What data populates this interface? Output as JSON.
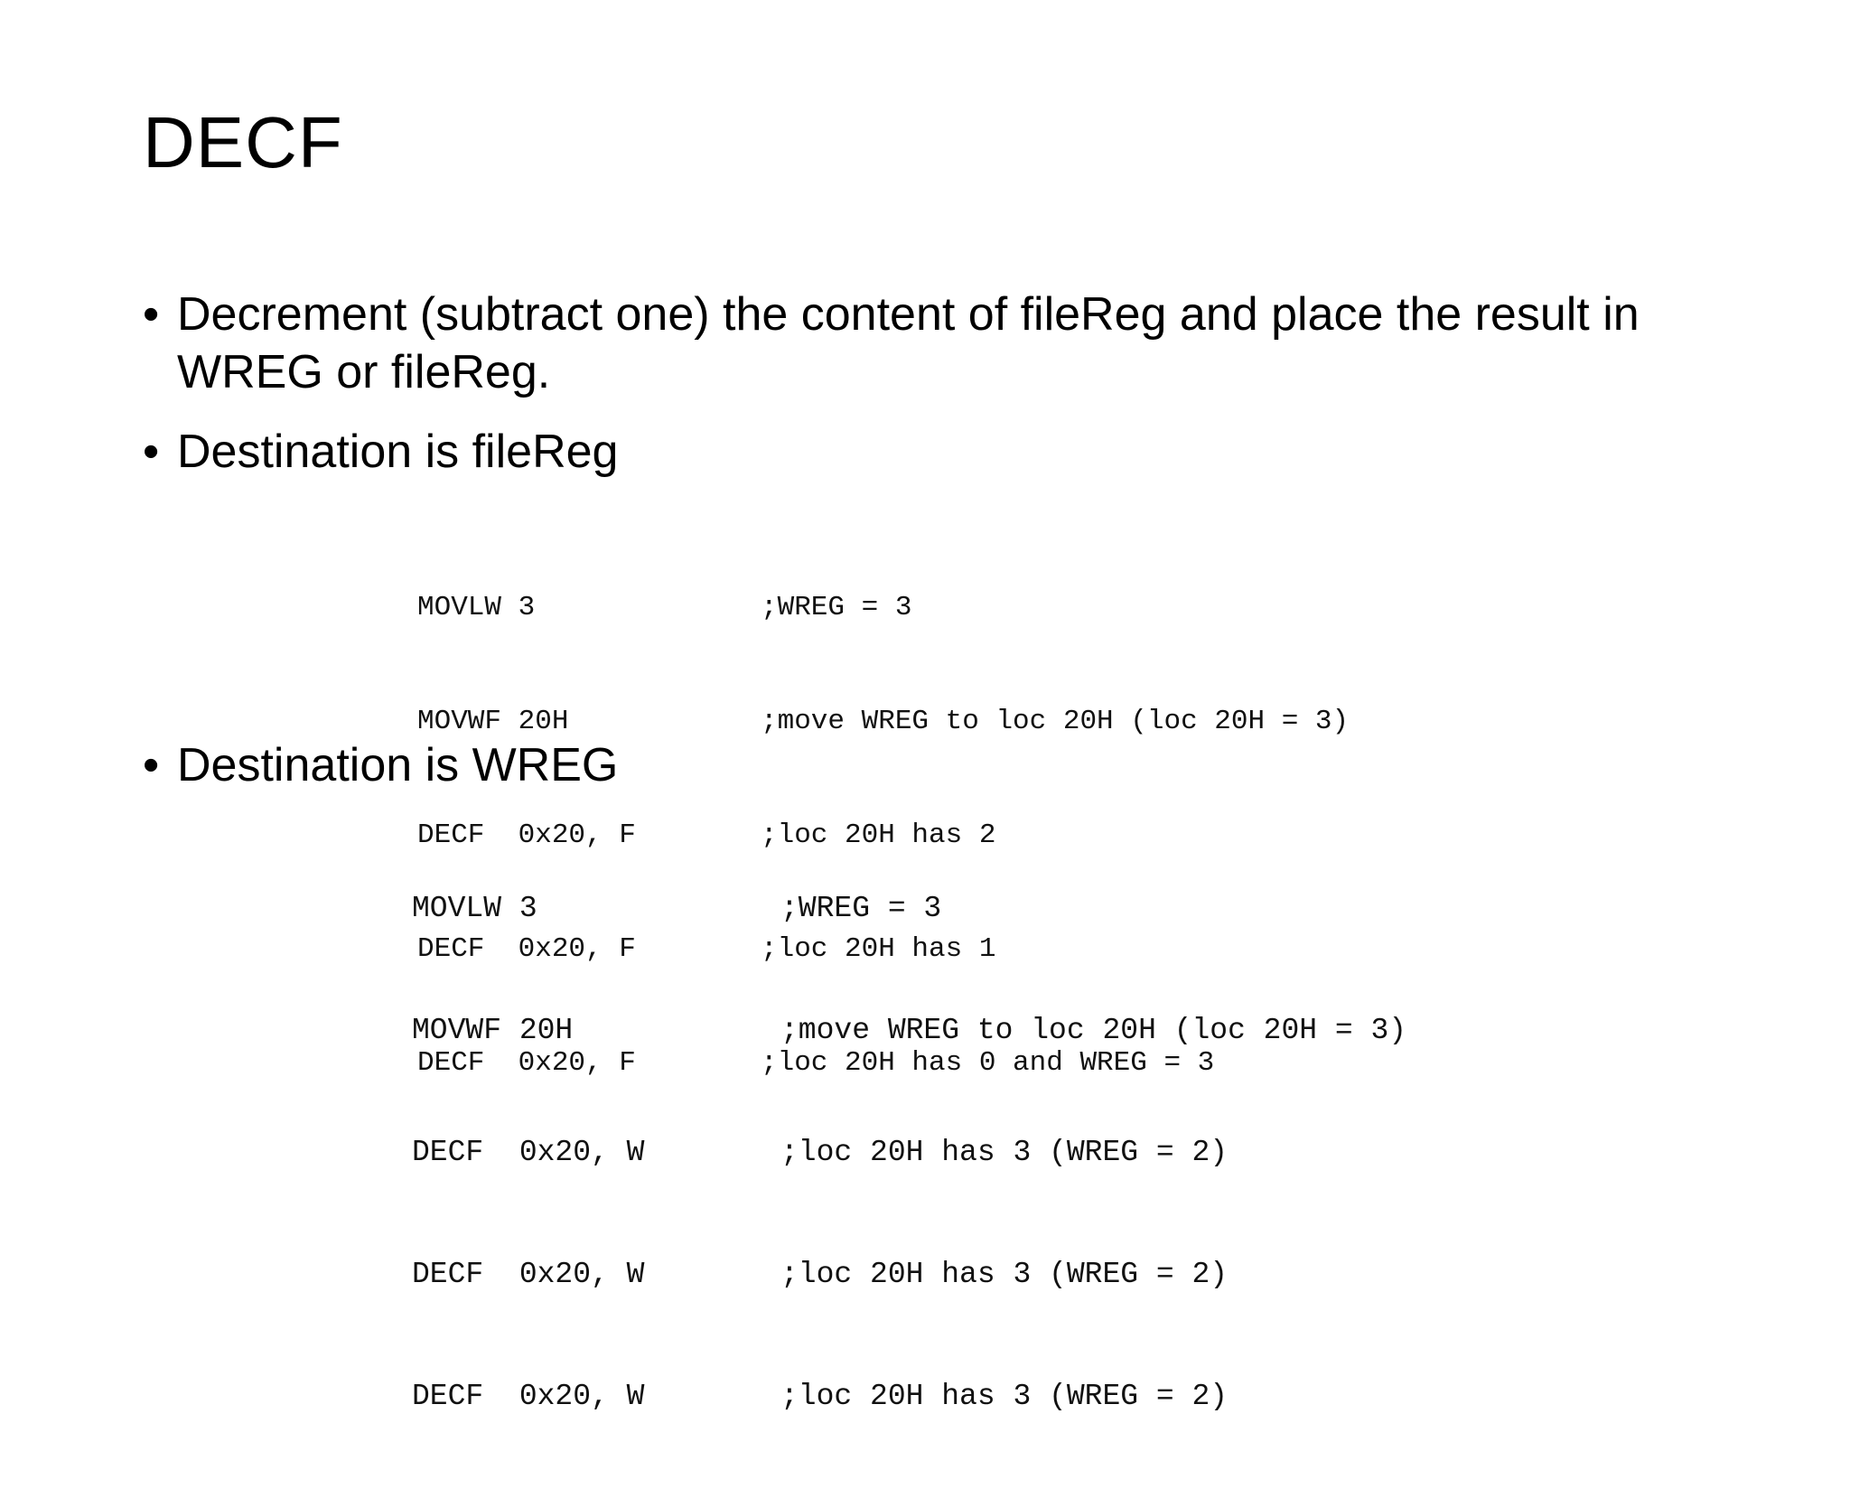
{
  "slide": {
    "title": "DECF",
    "bullets": [
      {
        "marker": "•",
        "text": "Decrement (subtract one) the content of fileReg and place the result in WREG or fileReg."
      },
      {
        "marker": "•",
        "text": "Destination is fileReg"
      },
      {
        "marker": "•",
        "text": "Destination is WREG"
      }
    ],
    "code_filereg": [
      {
        "instr": "MOVLW 3",
        "comment": ";WREG = 3"
      },
      {
        "instr": "MOVWF 20H",
        "comment": ";move WREG to loc 20H (loc 20H = 3)"
      },
      {
        "instr": "DECF  0x20, F",
        "comment": ";loc 20H has 2"
      },
      {
        "instr": "DECF  0x20, F",
        "comment": ";loc 20H has 1"
      },
      {
        "instr": "DECF  0x20, F",
        "comment": ";loc 20H has 0 and WREG = 3"
      }
    ],
    "code_wreg": [
      {
        "instr": "MOVLW 3",
        "comment": ";WREG = 3"
      },
      {
        "instr": "MOVWF 20H",
        "comment": ";move WREG to loc 20H (loc 20H = 3)"
      },
      {
        "instr": "DECF  0x20, W",
        "comment": ";loc 20H has 3 (WREG = 2)"
      },
      {
        "instr": "DECF  0x20, W",
        "comment": ";loc 20H has 3 (WREG = 2)"
      },
      {
        "instr": "DECF  0x20, W",
        "comment": ";loc 20H has 3 (WREG = 2)"
      }
    ]
  }
}
